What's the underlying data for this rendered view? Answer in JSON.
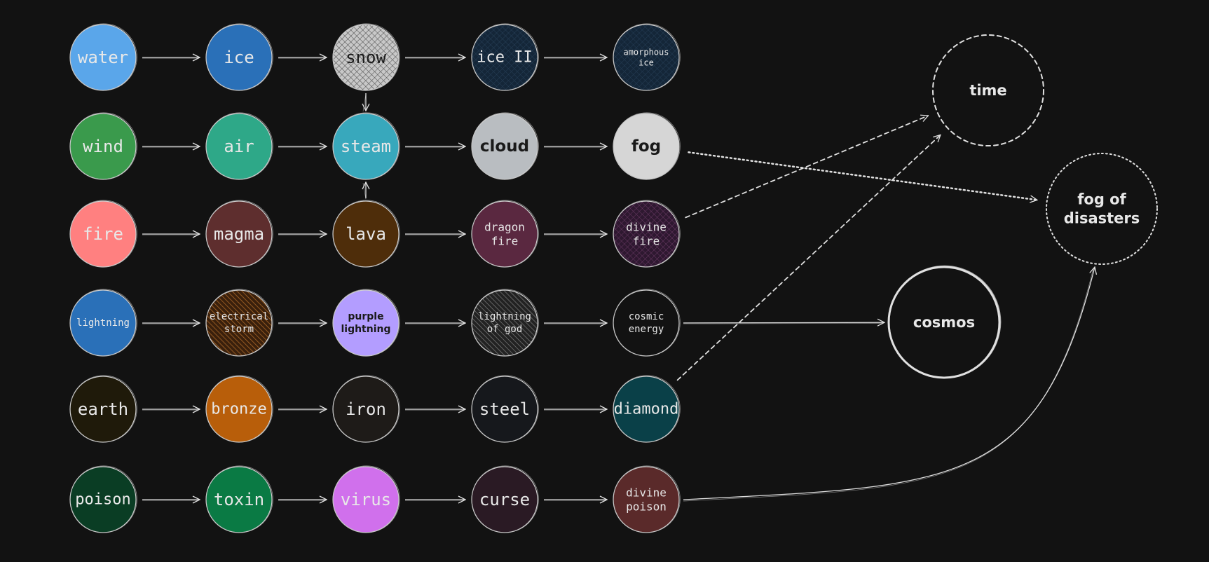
{
  "diagram": {
    "nodes": {
      "water": {
        "label": [
          "water"
        ],
        "fill": "#5aa6ea",
        "text": "light"
      },
      "ice": {
        "label": [
          "ice"
        ],
        "fill": "#2a70b8",
        "text": "light"
      },
      "snow": {
        "label": [
          "snow"
        ],
        "fill": "#b8b8b8",
        "pattern": "cross",
        "text": "dark"
      },
      "ice2": {
        "label": [
          "ice II"
        ],
        "fill": "#142638",
        "pattern": "cross-dark",
        "text": "light"
      },
      "amorphous": {
        "label": [
          "amorphous",
          "ice"
        ],
        "fill": "#142638",
        "pattern": "cross-dark",
        "text": "light",
        "small": true
      },
      "wind": {
        "label": [
          "wind"
        ],
        "fill": "#3a9a4c",
        "text": "light"
      },
      "air": {
        "label": [
          "air"
        ],
        "fill": "#2ea888",
        "text": "light"
      },
      "steam": {
        "label": [
          "steam"
        ],
        "fill": "#38a8bc",
        "text": "light"
      },
      "cloud": {
        "label": [
          "cloud"
        ],
        "fill": "#b9bdc1",
        "text": "dark",
        "bold": true
      },
      "fog": {
        "label": [
          "fog"
        ],
        "fill": "#d6d6d6",
        "text": "dark",
        "bold": true
      },
      "fire": {
        "label": [
          "fire"
        ],
        "fill": "#ff8080",
        "text": "light"
      },
      "magma": {
        "label": [
          "magma"
        ],
        "fill": "#5e2e2e",
        "text": "light"
      },
      "lava": {
        "label": [
          "lava"
        ],
        "fill": "#4e2d0a",
        "text": "light"
      },
      "dragonfire": {
        "label": [
          "dragon",
          "fire"
        ],
        "fill": "#5a2840",
        "text": "light",
        "small": true
      },
      "divinefire": {
        "label": [
          "divine",
          "fire"
        ],
        "fill": "#3a1e38",
        "pattern": "cross-purple",
        "text": "light",
        "small": true
      },
      "lightning": {
        "label": [
          "lightning"
        ],
        "fill": "#2a70b8",
        "text": "light",
        "tiny": true
      },
      "estorm": {
        "label": [
          "electrical",
          "storm"
        ],
        "fill": "#4a2a10",
        "pattern": "hatch-orange",
        "text": "light",
        "tiny": true
      },
      "purple": {
        "label": [
          "purple",
          "lightning"
        ],
        "fill": "#b39dff",
        "text": "dark",
        "bold": true,
        "tiny": true
      },
      "lgod": {
        "label": [
          "lightning",
          "of god"
        ],
        "fill": "#2a2a2a",
        "pattern": "hatch-grey",
        "text": "light",
        "tiny": true
      },
      "cosmicenergy": {
        "label": [
          "cosmic",
          "energy"
        ],
        "fill": "#121212",
        "text": "light",
        "tiny": true
      },
      "earth": {
        "label": [
          "earth"
        ],
        "fill": "#1f1a0a",
        "text": "light"
      },
      "bronze": {
        "label": [
          "bronze"
        ],
        "fill": "#b85e0a",
        "text": "light"
      },
      "iron": {
        "label": [
          "iron"
        ],
        "fill": "#1e1b18",
        "text": "light"
      },
      "steel": {
        "label": [
          "steel"
        ],
        "fill": "#16181c",
        "text": "light"
      },
      "diamond": {
        "label": [
          "diamond"
        ],
        "fill": "#0a4048",
        "text": "light"
      },
      "poison": {
        "label": [
          "poison"
        ],
        "fill": "#0a3d24",
        "text": "light"
      },
      "toxin": {
        "label": [
          "toxin"
        ],
        "fill": "#0a7a44",
        "text": "light"
      },
      "virus": {
        "label": [
          "virus"
        ],
        "fill": "#d070ec",
        "text": "light"
      },
      "curse": {
        "label": [
          "curse"
        ],
        "fill": "#2a1a24",
        "text": "light"
      },
      "divinepoison": {
        "label": [
          "divine",
          "poison"
        ],
        "fill": "#5a2a2a",
        "text": "light",
        "small": true
      },
      "time": {
        "label": [
          "time"
        ],
        "style": "dashed"
      },
      "fogdis": {
        "label": [
          "fog of",
          "disasters"
        ],
        "style": "dotted"
      },
      "cosmos": {
        "label": [
          "cosmos"
        ],
        "style": "solid"
      }
    },
    "colors": {
      "background": "#121212",
      "stroke": "#e0e0e0",
      "text_light": "#e8e8e8",
      "text_dark": "#1a1a1a"
    }
  }
}
